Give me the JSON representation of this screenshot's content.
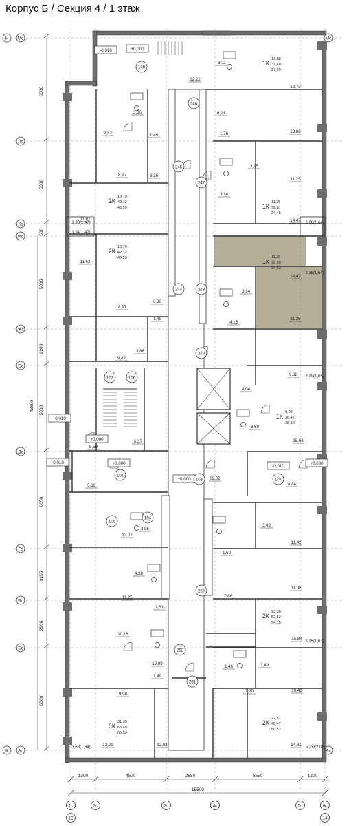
{
  "title": "Корпус Б / Секция 4 / 1 этаж",
  "axes_left": [
    "Н",
    "Мс",
    "Лс",
    "Кс",
    "Ис",
    "Жс",
    "Ес",
    "Дс",
    "Гс",
    "Вс",
    "Бс",
    "К",
    "Ас"
  ],
  "axes_bottom": [
    "1с",
    "2с",
    "3с",
    "4с",
    "5с",
    "6с"
  ],
  "axes_bottom_extra": [
    "12",
    "14"
  ],
  "dims_left": [
    "6300",
    "5300",
    "500",
    "5800",
    "2200",
    "5300",
    "43800",
    "6050",
    "3150",
    "2900",
    "6300"
  ],
  "dims_bottom": [
    "1300",
    "4500",
    "2850",
    "5550",
    "1300"
  ],
  "dims_total": "15500",
  "apartments": [
    {
      "type": "1К",
      "areas": [
        "13,88",
        "37,69",
        "37,69"
      ]
    },
    {
      "type": "2К",
      "areas": [
        "18,79",
        "42,12",
        "43,59"
      ]
    },
    {
      "type": "1К",
      "areas": [
        "11,25",
        "32,81",
        "34,45"
      ]
    },
    {
      "type": "2К",
      "areas": [
        "18,79",
        "42,12",
        "43,59"
      ]
    },
    {
      "type": "1К",
      "areas": [
        "11,25",
        "32,99",
        "34,63"
      ]
    },
    {
      "type": "1К",
      "areas": [
        "9,08",
        "36,47",
        "38,12"
      ]
    },
    {
      "type": "2К",
      "areas": [
        "23,38",
        "52,52",
        "54,15"
      ]
    },
    {
      "type": "3К",
      "areas": [
        "31,39",
        "63,69",
        "65,53"
      ]
    },
    {
      "type": "2К",
      "areas": [
        "22,51",
        "48,47",
        "50,52"
      ]
    }
  ],
  "rooms": [
    "12,22",
    "3,11",
    "12,73",
    "3,86",
    "6,21",
    "1,49",
    "13,88",
    "1,76",
    "9,82",
    "8,97",
    "6,36",
    "3,95",
    "11,25",
    "3,14",
    "11,62",
    "14,47",
    "11,62",
    "14,47",
    "6,36",
    "3,14",
    "8,97",
    "1,49",
    "4,13",
    "11,25",
    "3,86",
    "9,82",
    "9,08",
    "8,04",
    "3,69",
    "6,37",
    "5,59",
    "15,66",
    "5,36",
    "82,02",
    "8,84",
    "3,82",
    "12,02",
    "3,95",
    "11,42",
    "1,62",
    "4,30",
    "11,25",
    "7,86",
    "11,96",
    "2,61",
    "10,16",
    "15,84",
    "10,89",
    "2,49",
    "1,46",
    "1,49",
    "7,20",
    "9,98",
    "10,48",
    "13,01",
    "12,03",
    "14,81"
  ],
  "balconies": [
    "1,93(1,47)",
    "1,94(1,47)",
    "3,28(1,64)",
    "3,28(1,64)",
    "3,29(1,65)",
    "3,25(1,63)",
    "3,68(1,84)",
    "4,09(2,05)"
  ],
  "marks": [
    "-0,010",
    "+0,000",
    "-0,010",
    "+0,000",
    "-0,010",
    "+0,000",
    "+0,000",
    "-0,010",
    "+0,000"
  ],
  "circles": [
    "108",
    "246",
    "245",
    "247",
    "244",
    "248",
    "249",
    "102",
    "106",
    "101",
    "103",
    "107",
    "105",
    "104",
    "250",
    "252",
    "251"
  ],
  "highlight_color": "#b5af98"
}
